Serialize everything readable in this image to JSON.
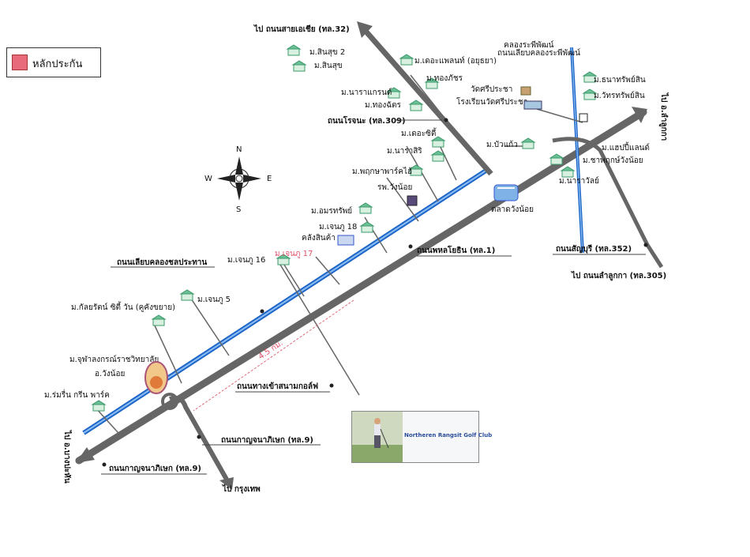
{
  "legend": {
    "label": "หลักประกัน",
    "color": "#e86b7a"
  },
  "compass": {
    "n": "N",
    "s": "S",
    "e": "E",
    "w": "W"
  },
  "roads": {
    "top": "ไป ถนนสายเอเชีย (ทล.32)",
    "ayutthaya_right": "ไป อ.ลำลูกกา",
    "rojana": "ถนนโรจนะ (ทล.309)",
    "phahon": "ถนนพหลโยธิน (ทล.1)",
    "chumphon": "ถนนสัญบุรี (ทล.352)",
    "lumlukka": "ไป ถนนลำลูกกา (ทล.305)",
    "canal": "ถนนเลียบคลองชลประทาน",
    "golf_road": "ถนนทางเข้าสนามกอล์ฟ",
    "kanchana1": "ถนนกาญจนาภิเษก (ทล.9)",
    "kanchana2": "ถนนกาญจนาภิเษก (ทล.9)",
    "bangkok": "ไป กรุงเทพ",
    "left_bottom": "ไป อ.บางปะหัน",
    "canal_top1": "คลองระพีพัฒน์",
    "canal_top2": "ถนนเลียบคลองระพีพัฒน์",
    "distance": "4.5 กม."
  },
  "places": {
    "sinsuk2": "ม.สินสุข 2",
    "sinsuk": "ม.สินสุข",
    "theplant": "ม.เดอะแพลนท์ (อยุธยา)",
    "thongchai": "ม.ทองภัชร",
    "nara_grand": "ม.นาราแกรนด์",
    "thongchat": "ม.ทองฉัตร",
    "watsri": "วัดศรีประชา",
    "school": "โรงเรียนวัดศรีประชา",
    "thanasap1": "ม.ธนาทรัพย์สิน",
    "thanasap2": "ม.วัทรทรัพย์สิน",
    "thecity": "ม.เดอะซิตี้",
    "narasri": "ม.นาราสิริ",
    "buakaew": "ม.บัวแก้ว",
    "happyland": "ม.แฮปปี้แลนด์",
    "khanthong": "ม.ชาพฤกษ์วังน้อย",
    "narawan": "ม.นาราวัลย์",
    "pattaya": "ม.พฤกษาพาร์คไฮ้",
    "hospital": "รพ.วังน้อย",
    "market": "ตลาดวังน้อย",
    "amorn": "ม.อมรทรัพย์",
    "chenkoo18": "ม.เจนภู 18",
    "warehouse": "คลังสินค้า",
    "chenkoo17": "ม.เจนภู 17",
    "chenkoo16": "ม.เจนภู 16",
    "chenkoo5": "ม.เจนภู 5",
    "kolorat": "ม.กัลยรัตน์ ซิตี้ วัน (คูคังขยาย)",
    "chula": "ม.จุฬาลงกรณ์ราชวิทยาลัย",
    "wangnoi": "อ.วังน้อย",
    "rumrim": "ม.ร่มรื่น กรีน พาร์ค",
    "golf": "Northeren Rangsit Golf Club"
  }
}
